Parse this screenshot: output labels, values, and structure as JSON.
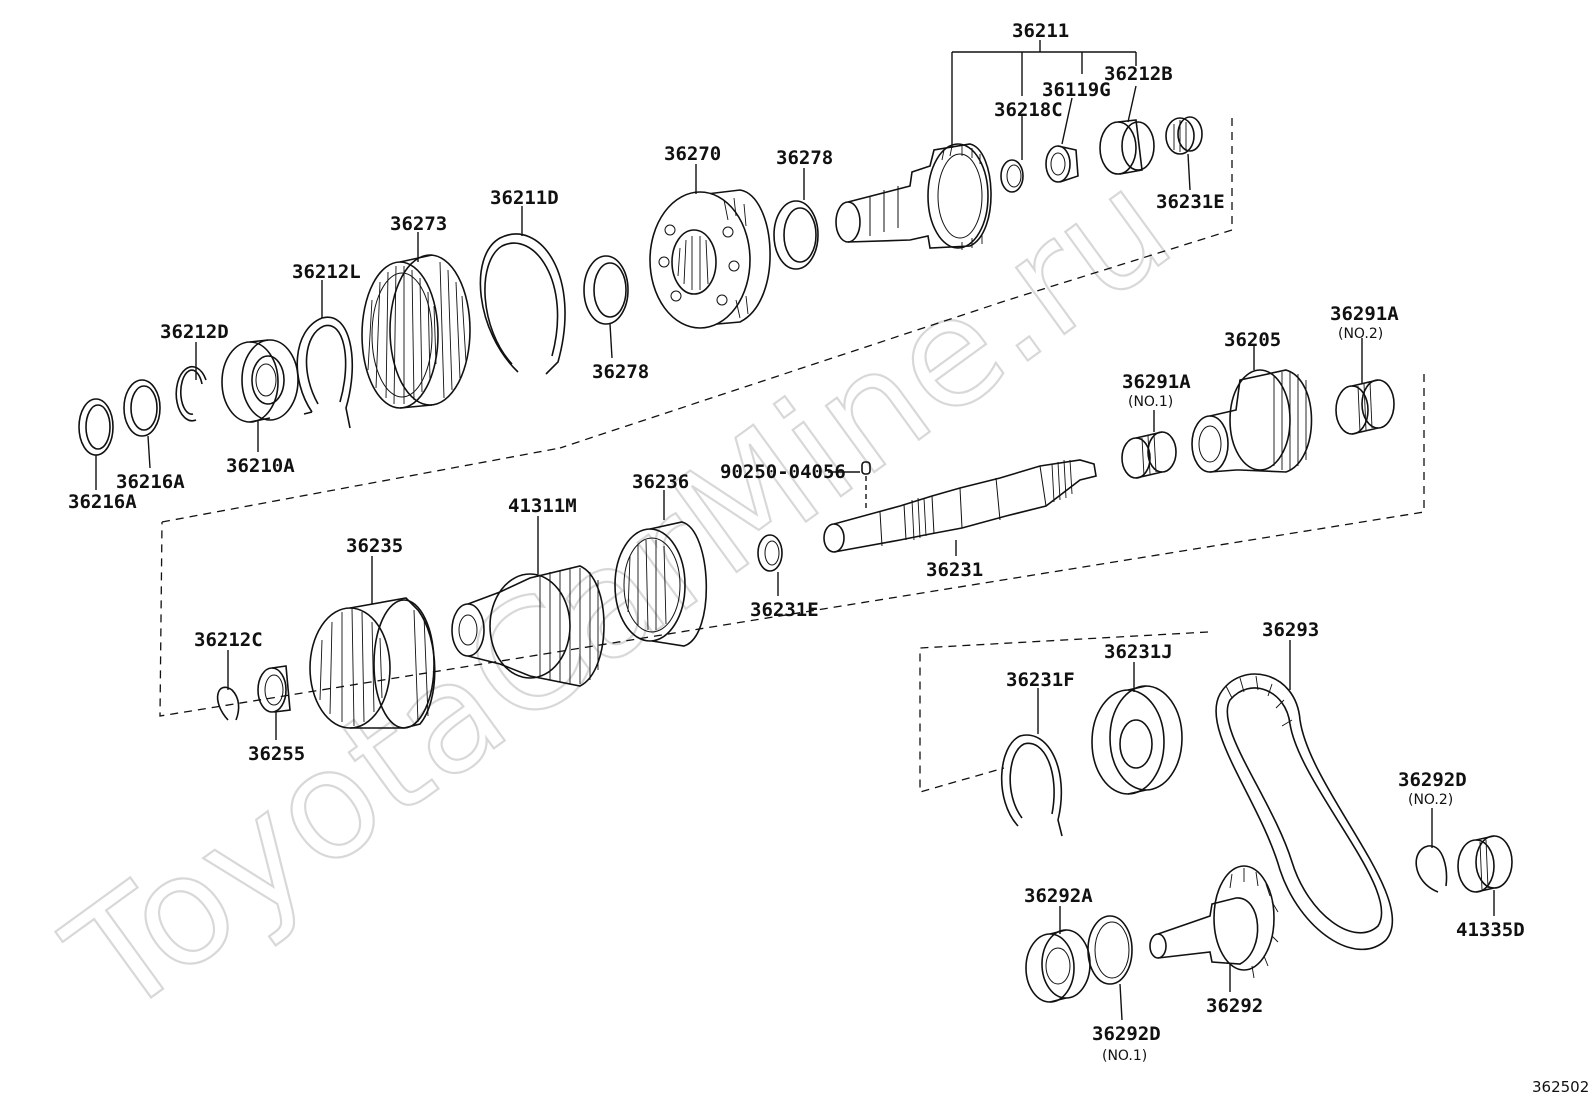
{
  "watermark": "ToyotaCarMine.ru",
  "figure_ref": "362502",
  "parts": {
    "p36211": "36211",
    "p36212B": "36212B",
    "p36119G": "36119G",
    "p36218C": "36218C",
    "p36231E_top": "36231E",
    "p36270": "36270",
    "p36278_top": "36278",
    "p36278_bot": "36278",
    "p36211D": "36211D",
    "p36273": "36273",
    "p36212L": "36212L",
    "p36212D": "36212D",
    "p36210A": "36210A",
    "p36216A_a": "36216A",
    "p36216A_b": "36216A",
    "p36205": "36205",
    "p36291A_no2": "36291A",
    "p36291A_no2_sub": "(NO.2)",
    "p36291A_no1": "36291A",
    "p36291A_no1_sub": "(NO.1)",
    "p90250": "90250-04056",
    "p36231": "36231",
    "p36236": "36236",
    "p41311M": "41311M",
    "p36235": "36235",
    "p36231E_mid": "36231E",
    "p36212C": "36212C",
    "p36255": "36255",
    "p36293": "36293",
    "p36231J": "36231J",
    "p36231F": "36231F",
    "p36292D_no2": "36292D",
    "p36292D_no2_sub": "(NO.2)",
    "p41335D": "41335D",
    "p36292A": "36292A",
    "p36292": "36292",
    "p36292D_no1": "36292D",
    "p36292D_no1_sub": "(NO.1)"
  }
}
